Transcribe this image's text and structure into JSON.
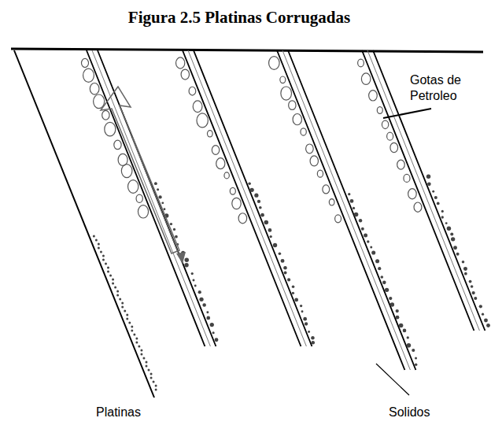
{
  "diagram": {
    "title": "Figura 2.5 Platinas Corrugadas",
    "labels": [
      "Gotas de Petroleo",
      "Platinas",
      "Solidos"
    ]
  }
}
